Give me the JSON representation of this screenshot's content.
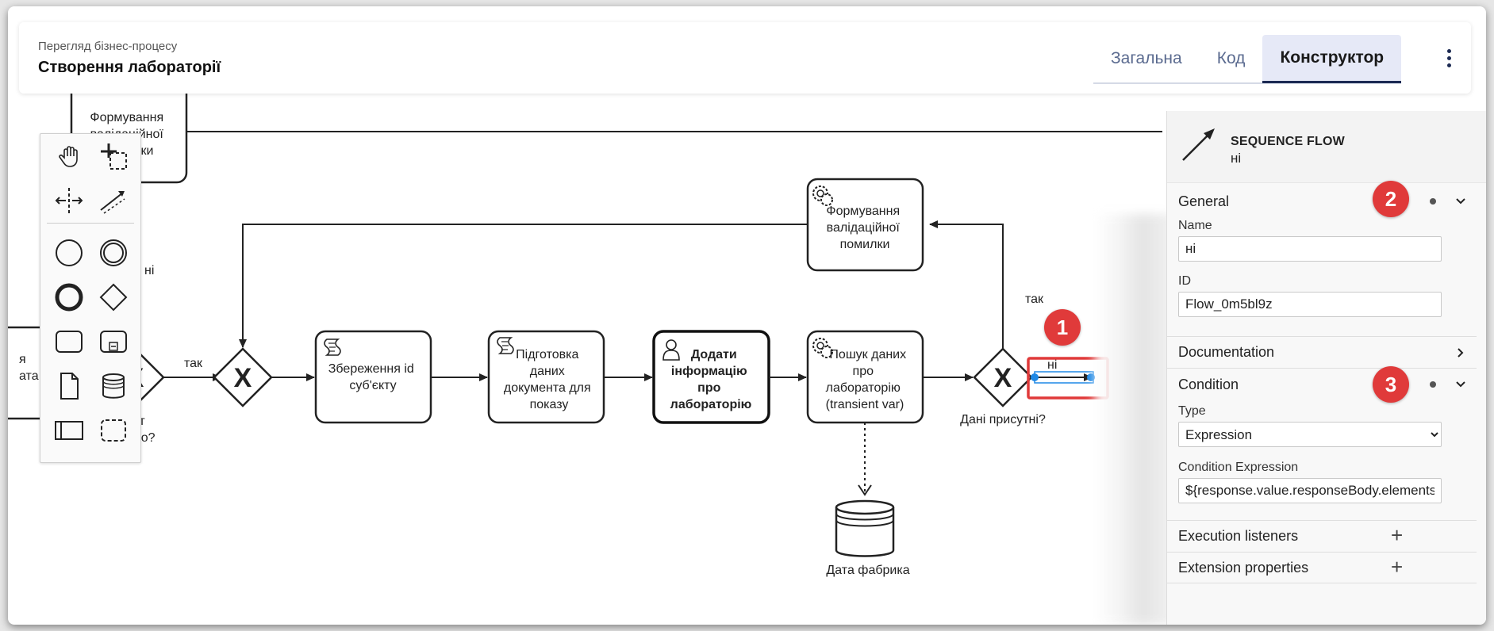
{
  "header": {
    "subtitle": "Перегляд бізнес-процесу",
    "title": "Створення лабораторії",
    "tabs": [
      {
        "label": "Загальна",
        "active": false
      },
      {
        "label": "Код",
        "active": false
      },
      {
        "label": "Конструктор",
        "active": true
      }
    ]
  },
  "diagram": {
    "top_task_label": [
      "Формування",
      "валідаційної",
      "помилки"
    ],
    "left_task_label": [
      "я",
      "ата"
    ],
    "left_gateway_label": [
      "єкт",
      "ено?"
    ],
    "flow_labels": {
      "ni_left": "ні",
      "tak_left": "так",
      "tak_right": "так",
      "ni_selected": "ні"
    },
    "tasks": {
      "validation_error": [
        "Формування",
        "валідаційної",
        "помилки"
      ],
      "save_id": [
        "Збереження id",
        "суб'єкту"
      ],
      "prepare_data": [
        "Підготовка",
        "даних",
        "документа для",
        "показу"
      ],
      "add_info": [
        "Додати",
        "інформацію",
        "про",
        "лабораторію"
      ],
      "search_data": [
        "Пошук даних",
        "про",
        "лабораторію",
        "(transient var)"
      ]
    },
    "gateway_right_label": "Дані присутні?",
    "datastore_label": "Дата фабрика"
  },
  "properties": {
    "element_type": "SEQUENCE FLOW",
    "element_name": "ні",
    "groups": {
      "general": "General",
      "documentation": "Documentation",
      "condition": "Condition",
      "execution_listeners": "Execution listeners",
      "extension_properties": "Extension properties"
    },
    "fields": {
      "name_label": "Name",
      "name_value": "ні",
      "id_label": "ID",
      "id_value": "Flow_0m5bl9z",
      "type_label": "Type",
      "type_value": "Expression",
      "condition_label": "Condition Expression",
      "condition_value": "${response.value.responseBody.elements"
    }
  },
  "annotations": [
    "1",
    "2",
    "3"
  ],
  "colors": {
    "accent": "#1c2a53",
    "tab_inactive": "#5a6a8f",
    "badge": "#e03a3a",
    "selection": "#1e88e5"
  }
}
